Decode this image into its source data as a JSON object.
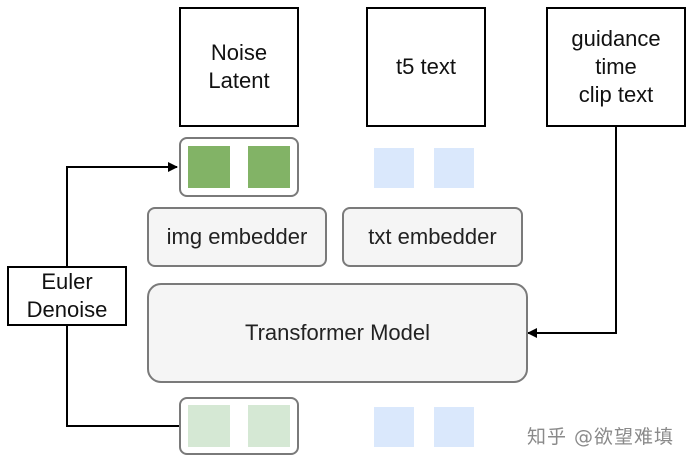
{
  "nodes": {
    "noise_latent": "Noise\nLatent",
    "t5_text": "t5 text",
    "guidance": "guidance\ntime\nclip text",
    "img_embedder": "img embedder",
    "txt_embedder": "txt embedder",
    "transformer": "Transformer Model",
    "euler": "Euler\nDenoise"
  },
  "tokens": {
    "noise_color": "#82b366",
    "output_color": "#d5e8d4",
    "text_color": "#dae8fc"
  },
  "watermark": "知乎 @欲望难填"
}
